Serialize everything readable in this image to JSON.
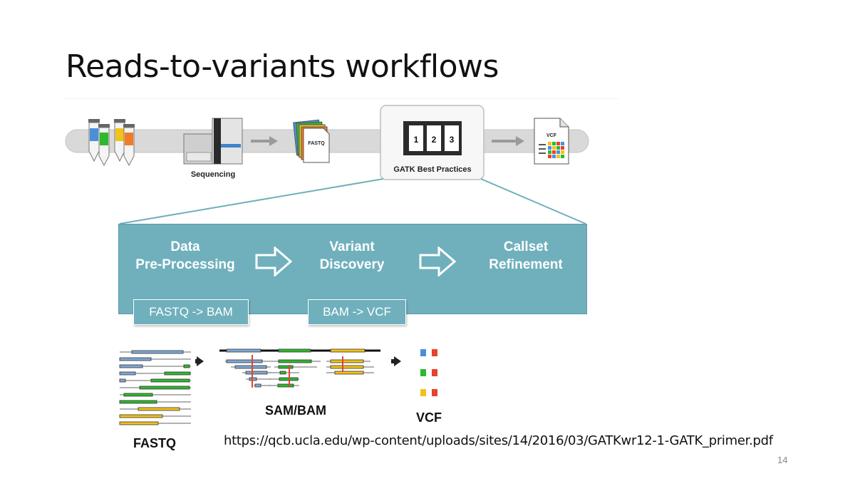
{
  "slide": {
    "title": "Reads-to-variants workflows",
    "page_number": "14",
    "source_url": "https://qcb.ucla.edu/wp-content/uploads/sites/14/2016/03/GATKwr12-1-GATK_primer.pdf"
  },
  "pipeline": {
    "sequencing_label": "Sequencing",
    "fastq_doc_label": "FASTQ",
    "gatk_label": "GATK Best Practices",
    "gatk_steps": [
      "1",
      "2",
      "3"
    ],
    "vcf_doc_label": "VCF"
  },
  "stages": {
    "stage1": "Data\nPre-Processing",
    "stage2": "Variant\nDiscovery",
    "stage3": "Callset\nRefinement",
    "conversion1": "FASTQ -> BAM",
    "conversion2": "BAM -> VCF"
  },
  "bottom": {
    "fastq_label": "FASTQ",
    "sambam_label": "SAM/BAM",
    "vcf_label": "VCF"
  },
  "colors": {
    "teal": "#6fb0bc",
    "blue_read": "#7fa8d4",
    "green_read": "#2eb82e",
    "yellow_read": "#f2c21b",
    "red_variant": "#e8412f",
    "orange_tube": "#f07c2a",
    "pipe_gray": "#d9d9d9"
  }
}
